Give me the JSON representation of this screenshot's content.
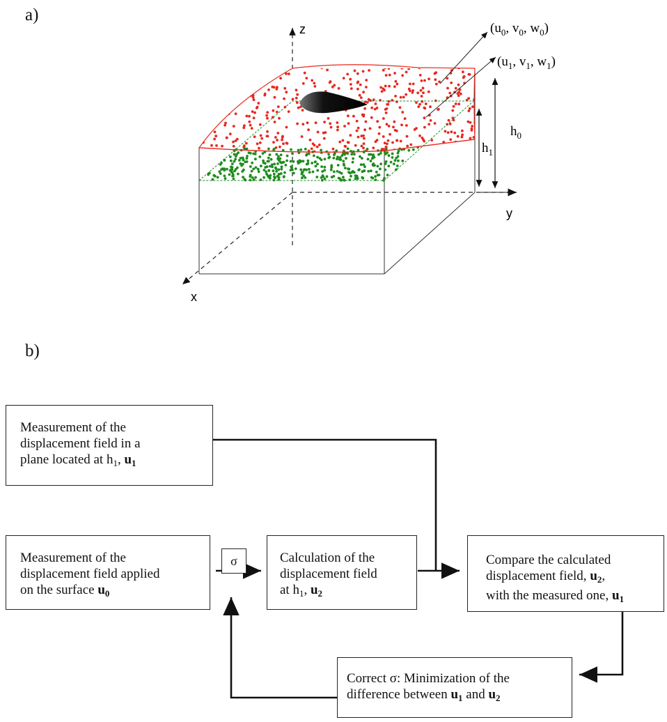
{
  "panels": {
    "a": "a)",
    "b": "b)"
  },
  "figure_a": {
    "axes": {
      "z": "z",
      "y": "y",
      "x": "x"
    },
    "top_vector": {
      "base": "(u",
      "s0": "0",
      "m1": ", v",
      "s1": "0",
      "m2": ", w",
      "s2": "0",
      "end": ")"
    },
    "mid_vector": {
      "base": "(u",
      "s0": "1",
      "m1": ", v",
      "s1": "1",
      "m2": ", w",
      "s2": "1",
      "end": ")"
    },
    "h0": {
      "base": "h",
      "sub": "0"
    },
    "h1": {
      "base": "h",
      "sub": "1"
    },
    "colors": {
      "surface": "#e8281f",
      "plane": "#1e8c1e",
      "outline": "#333333"
    }
  },
  "flowchart": {
    "box1": {
      "line1": "Measurement of the",
      "line2": "displacement field in a",
      "line3a": "plane located at h",
      "line3sub": "1",
      "line3b": ", ",
      "line3sym": "u",
      "line3symsub": "1"
    },
    "box2": {
      "line1": "Measurement of the",
      "line2": "displacement field applied",
      "line3a": "on the surface ",
      "line3sym": "u",
      "line3symsub": "0"
    },
    "box3": {
      "line1": "Calculation of the",
      "line2": "displacement field",
      "line3a": "at h",
      "line3sub": "1",
      "line3b": ", ",
      "line3sym": "u",
      "line3symsub": "2"
    },
    "box4": {
      "line1": "Compare the calculated",
      "line2a": "displacement field, ",
      "line2sym": "u",
      "line2symsub": "2",
      "line2b": ",",
      "line3a": "with the measured one, ",
      "line3sym": "u",
      "line3symsub": "1"
    },
    "box5": {
      "line1": "Correct σ: Minimization of the",
      "line2a": "difference between ",
      "sym1": "u",
      "sym1sub": "1",
      "mid": " and ",
      "sym2": "u",
      "sym2sub": "2"
    },
    "sigma": "σ"
  }
}
